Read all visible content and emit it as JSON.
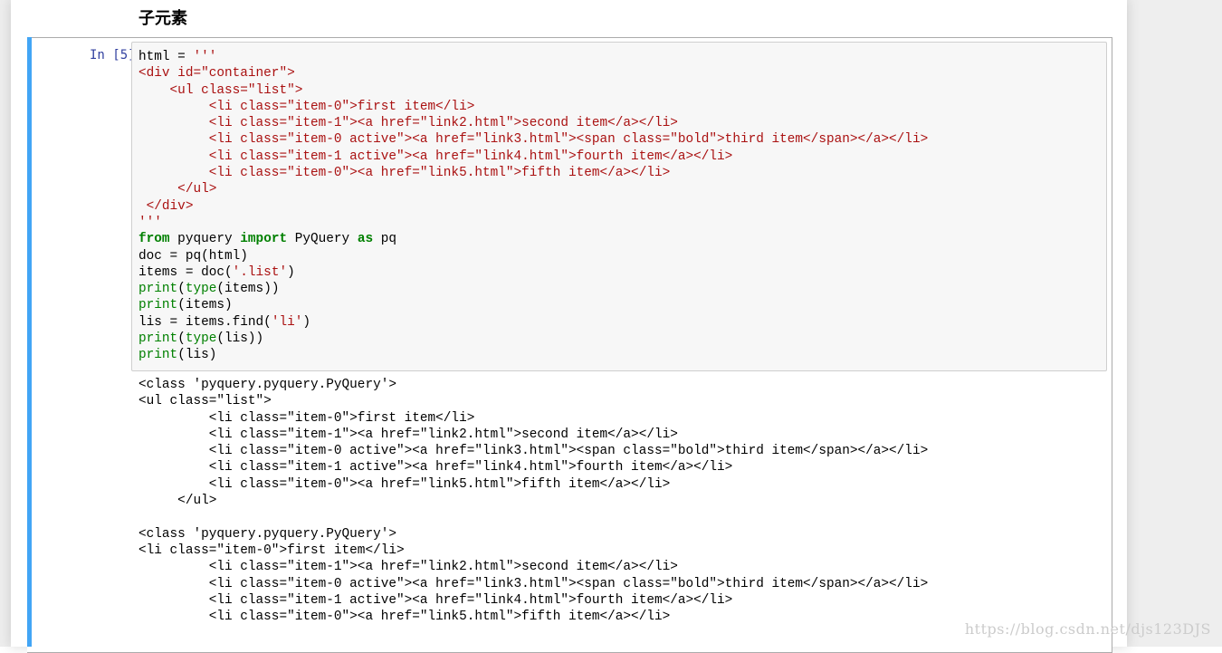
{
  "heading": "子元素",
  "cell": {
    "prompt": "In [5]:",
    "code_lines": [
      [
        {
          "t": "html = ",
          "c": "plain"
        },
        {
          "t": "'''",
          "c": "str"
        }
      ],
      [
        {
          "t": "<div id=\"container\">",
          "c": "str"
        }
      ],
      [
        {
          "t": "    <ul class=\"list\">",
          "c": "str"
        }
      ],
      [
        {
          "t": "         <li class=\"item-0\">first item</li>",
          "c": "str"
        }
      ],
      [
        {
          "t": "         <li class=\"item-1\"><a href=\"link2.html\">second item</a></li>",
          "c": "str"
        }
      ],
      [
        {
          "t": "         <li class=\"item-0 active\"><a href=\"link3.html\"><span class=\"bold\">third item</span></a></li>",
          "c": "str"
        }
      ],
      [
        {
          "t": "         <li class=\"item-1 active\"><a href=\"link4.html\">fourth item</a></li>",
          "c": "str"
        }
      ],
      [
        {
          "t": "         <li class=\"item-0\"><a href=\"link5.html\">fifth item</a></li>",
          "c": "str"
        }
      ],
      [
        {
          "t": "     </ul>",
          "c": "str"
        }
      ],
      [
        {
          "t": " </div>",
          "c": "str"
        }
      ],
      [
        {
          "t": "'''",
          "c": "str"
        }
      ],
      [
        {
          "t": "from",
          "c": "kw"
        },
        {
          "t": " pyquery ",
          "c": "plain"
        },
        {
          "t": "import",
          "c": "kw"
        },
        {
          "t": " PyQuery ",
          "c": "plain"
        },
        {
          "t": "as",
          "c": "kw"
        },
        {
          "t": " pq",
          "c": "plain"
        }
      ],
      [
        {
          "t": "doc = pq(html)",
          "c": "plain"
        }
      ],
      [
        {
          "t": "items = doc(",
          "c": "plain"
        },
        {
          "t": "'.list'",
          "c": "str"
        },
        {
          "t": ")",
          "c": "plain"
        }
      ],
      [
        {
          "t": "print",
          "c": "bi"
        },
        {
          "t": "(",
          "c": "plain"
        },
        {
          "t": "type",
          "c": "bi"
        },
        {
          "t": "(items))",
          "c": "plain"
        }
      ],
      [
        {
          "t": "print",
          "c": "bi"
        },
        {
          "t": "(items)",
          "c": "plain"
        }
      ],
      [
        {
          "t": "lis = items.find(",
          "c": "plain"
        },
        {
          "t": "'li'",
          "c": "str"
        },
        {
          "t": ")",
          "c": "plain"
        }
      ],
      [
        {
          "t": "print",
          "c": "bi"
        },
        {
          "t": "(",
          "c": "plain"
        },
        {
          "t": "type",
          "c": "bi"
        },
        {
          "t": "(lis))",
          "c": "plain"
        }
      ],
      [
        {
          "t": "print",
          "c": "bi"
        },
        {
          "t": "(lis)",
          "c": "plain"
        }
      ]
    ],
    "output_lines": [
      "<class 'pyquery.pyquery.PyQuery'>",
      "<ul class=\"list\">",
      "         <li class=\"item-0\">first item</li>",
      "         <li class=\"item-1\"><a href=\"link2.html\">second item</a></li>",
      "         <li class=\"item-0 active\"><a href=\"link3.html\"><span class=\"bold\">third item</span></a></li>",
      "         <li class=\"item-1 active\"><a href=\"link4.html\">fourth item</a></li>",
      "         <li class=\"item-0\"><a href=\"link5.html\">fifth item</a></li>",
      "     </ul>",
      "",
      "<class 'pyquery.pyquery.PyQuery'>",
      "<li class=\"item-0\">first item</li>",
      "         <li class=\"item-1\"><a href=\"link2.html\">second item</a></li>",
      "         <li class=\"item-0 active\"><a href=\"link3.html\"><span class=\"bold\">third item</span></a></li>",
      "         <li class=\"item-1 active\"><a href=\"link4.html\">fourth item</a></li>",
      "         <li class=\"item-0\"><a href=\"link5.html\">fifth item</a></li>"
    ]
  },
  "watermark": "https://blog.csdn.net/djs123DJS",
  "colors": {
    "string": "#aa1111",
    "keyword": "#008000",
    "prompt": "#303f9f",
    "selected_cell_bar": "#42a5f5"
  }
}
